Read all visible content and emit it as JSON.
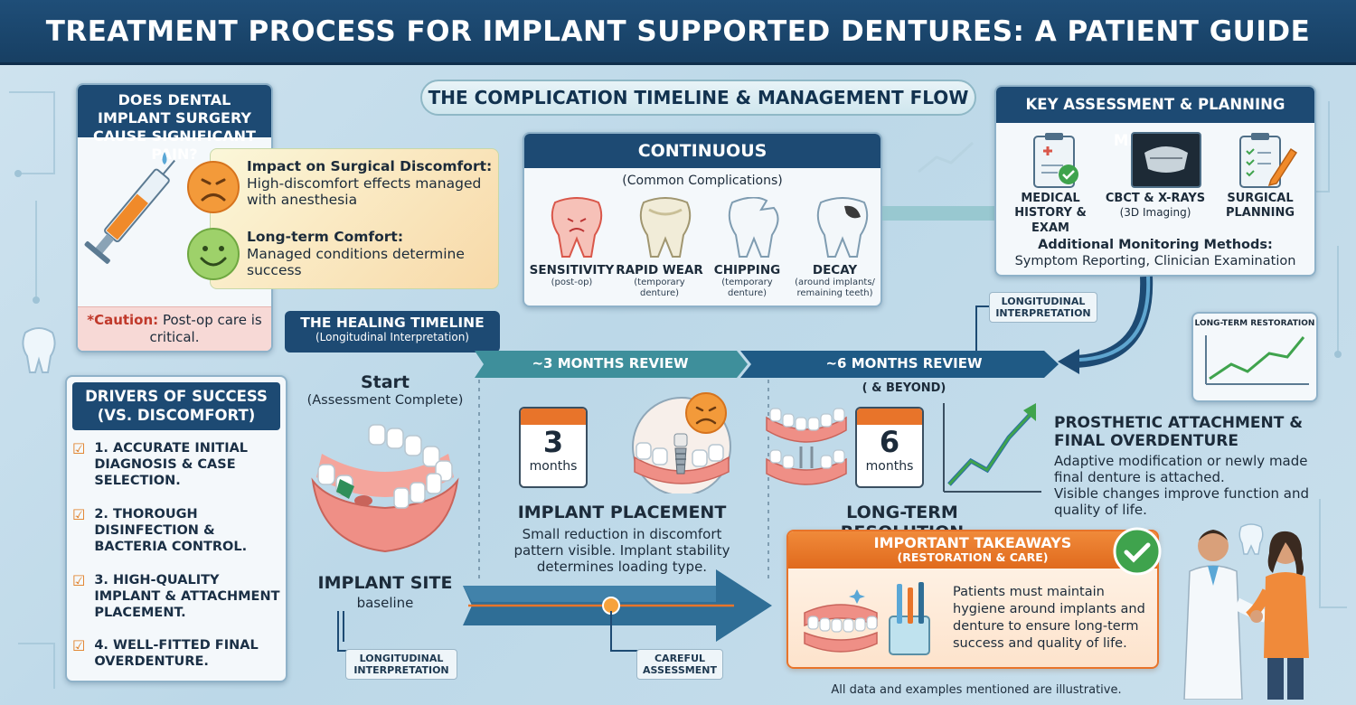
{
  "header": {
    "title": "TREATMENT PROCESS FOR IMPLANT SUPPORTED DENTURES: A PATIENT GUIDE"
  },
  "pain": {
    "title": "DOES DENTAL IMPLANT SURGERY CAUSE SIGNIFICANT PAIN?",
    "impact_title": "Impact on Surgical Discomfort:",
    "impact_text": "High-discomfort effects managed with anesthesia",
    "long_title": "Long-term Comfort:",
    "long_text": "Managed conditions determine success",
    "caution_label": "*Caution:",
    "caution_text": "Post-op care is critical."
  },
  "complication": {
    "banner": "THE COMPLICATION TIMELINE & MANAGEMENT FLOW",
    "box_title": "CONTINUOUS",
    "subtitle": "(Common Complications)",
    "items": [
      {
        "label": "SENSITIVITY",
        "sub": "(post-op)"
      },
      {
        "label": "RAPID WEAR",
        "sub": "(temporary denture)"
      },
      {
        "label": "CHIPPING",
        "sub": "(temporary denture)"
      },
      {
        "label": "DECAY",
        "sub": "(around implants/ remaining teeth)"
      }
    ]
  },
  "assessment": {
    "title": "KEY ASSESSMENT & PLANNING METHODS",
    "methods": [
      {
        "label": "MEDICAL HISTORY & EXAM",
        "sub": ""
      },
      {
        "label": "CBCT & X-RAYS",
        "sub": "(3D Imaging)"
      },
      {
        "label": "SURGICAL PLANNING",
        "sub": ""
      }
    ],
    "monitor_title": "Additional Monitoring Methods:",
    "monitor_text": "Symptom Reporting, Clinician Examination"
  },
  "labels": {
    "longitudinal_top": "LONGITUDINAL INTERPRETATION",
    "longitudinal_bottom": "LONGITUDINAL INTERPRETATION",
    "careful": "CAREFUL ASSESSMENT",
    "long_term_restoration": "LONG-TERM RESTORATION"
  },
  "healing": {
    "title": "THE HEALING TIMELINE",
    "subtitle": "(Longitudinal Interpretation)",
    "start": "Start",
    "start_sub": "(Assessment Complete)",
    "review3": "~3 MONTHS REVIEW",
    "review6": "~6 MONTHS REVIEW",
    "review6_sub": "( & BEYOND)",
    "cal3_num": "3",
    "cal3_unit": "months",
    "cal6_num": "6",
    "cal6_unit": "months",
    "site_title": "IMPLANT SITE",
    "site_sub": "baseline",
    "placement_title": "IMPLANT PLACEMENT",
    "placement_text": "Small reduction in discomfort pattern visible. Implant stability determines loading type.",
    "resolution_title": "LONG-TERM RESOLUTION",
    "prosthetic_title": "PROSTHETIC ATTACHMENT & FINAL OVERDENTURE",
    "prosthetic_text1": "Adaptive modification or newly made final denture is attached.",
    "prosthetic_text2": "Visible changes improve function and quality of life."
  },
  "drivers": {
    "title": "DRIVERS OF SUCCESS (VS. DISCOMFORT)",
    "items": [
      "1. ACCURATE INITIAL DIAGNOSIS & CASE SELECTION.",
      "2. THOROUGH DISINFECTION & BACTERIA CONTROL.",
      "3. HIGH-QUALITY IMPLANT & ATTACHMENT PLACEMENT.",
      "4. WELL-FITTED FINAL OVERDENTURE."
    ]
  },
  "takeaways": {
    "title": "IMPORTANT TAKEAWAYS",
    "subtitle": "(RESTORATION & CARE)",
    "text": "Patients must maintain hygiene around implants and denture to ensure long-term success and quality of life."
  },
  "footer": {
    "note": "All data and examples mentioned are illustrative."
  },
  "colors": {
    "navy": "#1d4a73",
    "orange": "#e8742a",
    "teal": "#3e8f9b",
    "green": "#3fa34d"
  }
}
